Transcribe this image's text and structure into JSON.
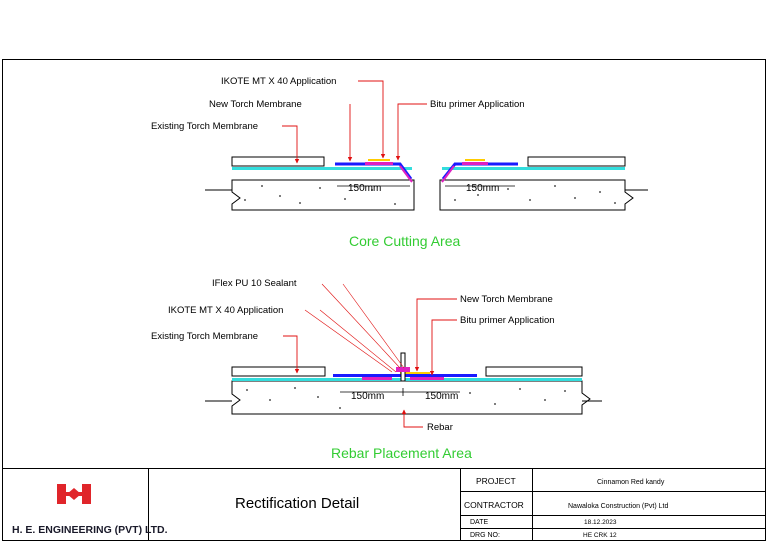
{
  "sections": {
    "top_title": "Core Cutting Area",
    "bottom_title": "Rebar Placement Area"
  },
  "top_labels": {
    "ikote": "IKOTE MT X 40 Application",
    "new_torch": "New Torch Membrane",
    "existing_torch": "Existing Torch Membrane",
    "bitu": "Bitu primer Application",
    "dim_left": "150mm",
    "dim_right": "150mm"
  },
  "bottom_labels": {
    "iflex": "IFlex PU 10 Sealant",
    "ikote": "IKOTE MT X 40 Application",
    "existing_torch": "Existing Torch Membrane",
    "new_torch": "New Torch Membrane",
    "bitu": "Bitu primer Application",
    "dim_left": "150mm",
    "dim_right": "150mm",
    "rebar": "Rebar"
  },
  "title_block": {
    "company": "H. E. ENGINEERING (PVT) LTD.",
    "drawing_title": "Rectification Detail",
    "project_label": "PROJECT",
    "project_value": "Cinnamon Red kandy",
    "contractor_label": "CONTRACTOR",
    "contractor_value": "Nawaloka Construction (Pvt) Ltd",
    "date_label": "DATE",
    "date_value": "18.12.2023",
    "drg_label": "DRG NO:",
    "drg_value": "HE CRK 12"
  },
  "colors": {
    "membrane_blue": "#1a1aff",
    "bitu_magenta": "#e020c0",
    "ikote_yellow": "#ffcc00",
    "cyan_layer": "#33dddd",
    "leader_red": "#e01010",
    "title_green": "#33cc33",
    "logo_red": "#e0252a"
  }
}
